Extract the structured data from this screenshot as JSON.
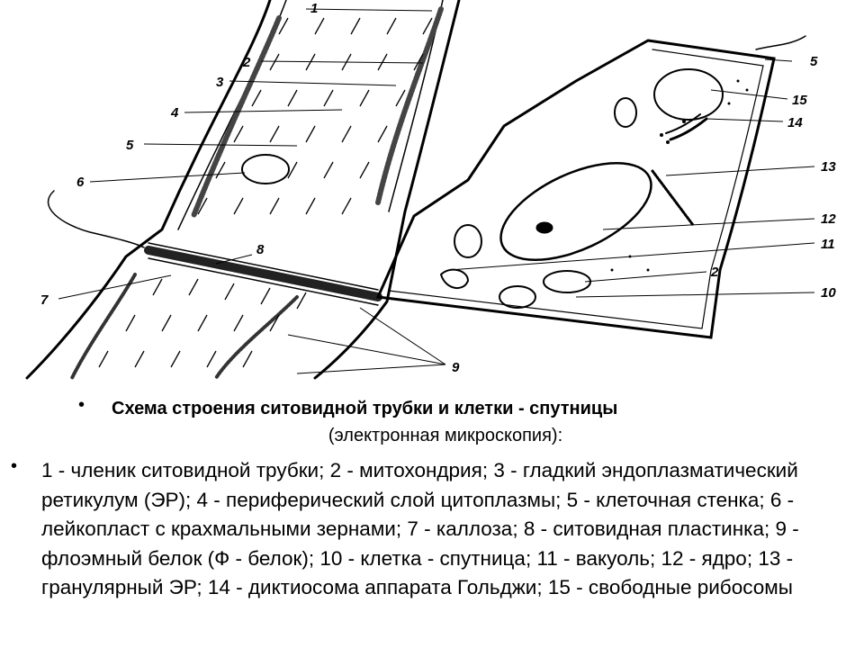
{
  "figure": {
    "labels": [
      "1",
      "2",
      "3",
      "4",
      "5",
      "6",
      "7",
      "8",
      "9",
      "10",
      "11",
      "12",
      "13",
      "14",
      "15",
      "2",
      "5"
    ]
  },
  "caption": {
    "bullet": "•",
    "title": "Схема строения ситовидной трубки и клетки - спутницы",
    "subtitle": "(электронная микроскопия):"
  },
  "legend": {
    "bullet": "•",
    "text": "1 - членик ситовидной трубки; 2 - митохондрия; 3 - гладкий эндоплазматический ретикулум (ЭР); 4 - периферический слой цитоплазмы; 5 - клеточная стенка; 6 - лейкопласт с крахмальными зернами; 7 - каллоза; 8 - ситовидная пластинка; 9 - флоэмный белок (Ф - белок); 10 - клетка - спутница; 11 - вакуоль; 12 - ядро; 13 - гранулярный ЭР; 14 - диктиосома аппарата Гольджи; 15 - свободные рибосомы"
  }
}
